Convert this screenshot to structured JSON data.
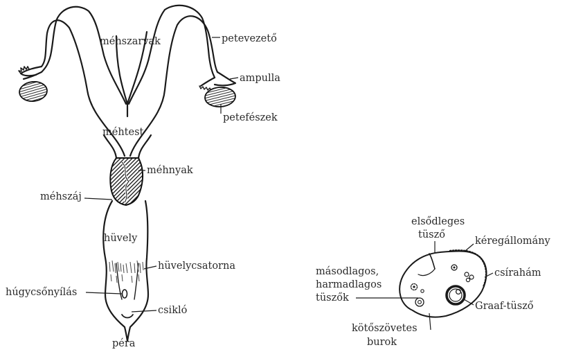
{
  "diagram": {
    "left_labels": {
      "mehszarvak": "méhszarvak",
      "petevezeto": "petevezető",
      "ampulla": "ampulla",
      "petefeszek": "petefészek",
      "mehtest": "méhtest",
      "mehnyak": "méhnyak",
      "mehszaj": "méhszáj",
      "huvely": "hüvely",
      "huvelycsatorna": "hüvelycsatorna",
      "hugycsonyilas": "húgycsőnyílás",
      "csiklo": "csikló",
      "pera": "péra"
    },
    "right_labels": {
      "elsodleges_line1": "elsődleges",
      "elsodleges_line2": "tüsző",
      "keregallomany": "kéregállomány",
      "masodlagos_line1": "másodlagos,",
      "masodlagos_line2": "harmadlagos",
      "masodlagos_line3": "tüszők",
      "csiraham": "csírahám",
      "graaf": "Graaf-tüsző",
      "kotoszovetes_line1": "kötőszövetes",
      "kotoszovetes_line2": "burok"
    }
  }
}
